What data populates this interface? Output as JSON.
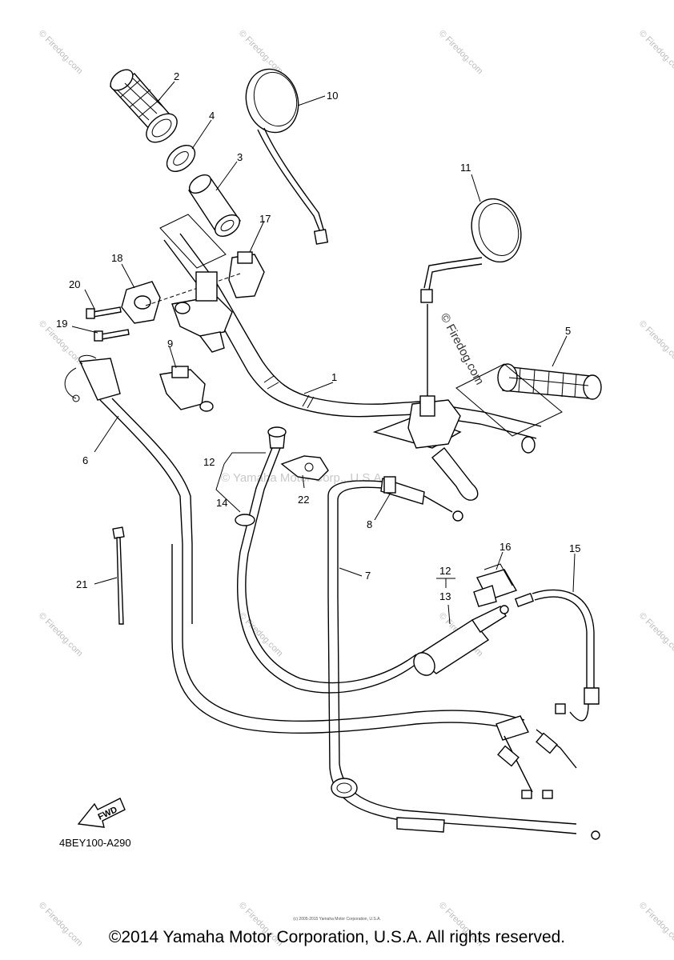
{
  "callouts": [
    "1",
    "2",
    "3",
    "4",
    "5",
    "6",
    "7",
    "8",
    "9",
    "10",
    "11",
    "12",
    "12",
    "13",
    "14",
    "15",
    "16",
    "17",
    "18",
    "19",
    "20",
    "21",
    "22"
  ],
  "diagram_code": "4BEY100-A290",
  "fwd_label": "FWD",
  "watermark_text": "© Firedog.com",
  "center_watermark": "© Yamaha Motor Corp., U.S.A.",
  "copyright": "©2014 Yamaha Motor Corporation, U.S.A. All rights reserved.",
  "tiny_copyright": "(c) 2005-2015 Yamaha Motor Corporation, U.S.A."
}
